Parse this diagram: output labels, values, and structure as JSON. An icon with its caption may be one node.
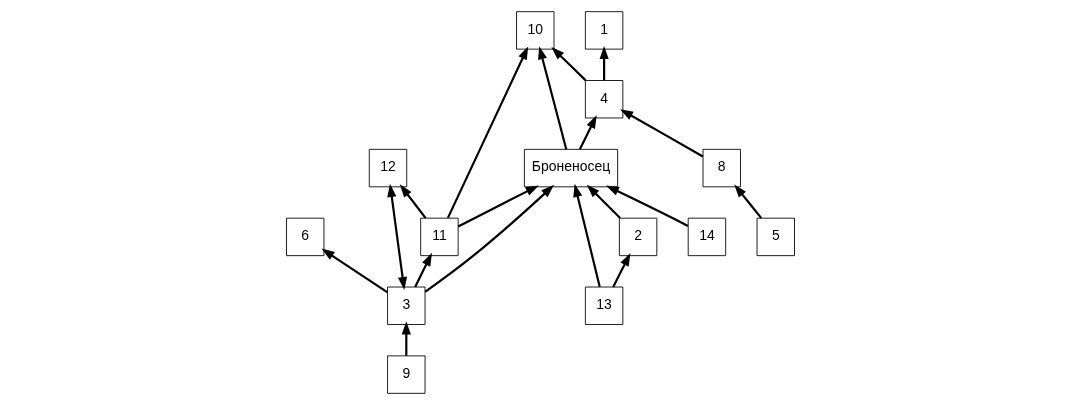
{
  "diagram": {
    "nodes": [
      {
        "text": [
          "1"
        ]
      },
      {
        "text": [
          "10"
        ]
      },
      {
        "text": [
          "6"
        ]
      },
      {
        "text": [
          "4"
        ]
      },
      {
        "text": [
          "11"
        ]
      },
      {
        "text": [
          "Броненосец"
        ]
      },
      {
        "text": [
          "12"
        ]
      },
      {
        "text": [
          "8"
        ]
      },
      {
        "text": [
          "3"
        ]
      },
      {
        "text": [
          "2"
        ]
      },
      {
        "text": [
          "5"
        ]
      },
      {
        "text": [
          "9"
        ]
      },
      {
        "text": [
          "13"
        ]
      },
      {
        "text": [
          "14"
        ]
      }
    ],
    "edges": [
      {
        "from": 3,
        "to": 0,
        "arrow": "to"
      },
      {
        "from": 3,
        "to": 1,
        "arrow": "to"
      },
      {
        "from": 5,
        "to": 3,
        "arrow": "to"
      },
      {
        "from": 4,
        "to": 1,
        "arrow": "to"
      },
      {
        "from": 4,
        "to": 5,
        "arrow": "to"
      },
      {
        "from": 4,
        "to": 6,
        "arrow": "to"
      },
      {
        "from": 7,
        "to": 3,
        "arrow": "to"
      },
      {
        "from": 10,
        "to": 7,
        "arrow": "to"
      },
      {
        "from": 9,
        "to": 5,
        "arrow": "to"
      },
      {
        "from": 5,
        "to": 1,
        "arrow": "to"
      },
      {
        "from": 8,
        "to": 4,
        "arrow": "to"
      },
      {
        "from": 8,
        "to": 2,
        "arrow": "to"
      },
      {
        "from": 8,
        "to": 6,
        "arrow": "both"
      },
      {
        "from": 11,
        "to": 8,
        "arrow": "to"
      },
      {
        "from": 8,
        "to": 5,
        "arrow": "to"
      },
      {
        "from": 12,
        "to": 5,
        "arrow": "to"
      },
      {
        "from": 12,
        "to": 9,
        "arrow": "to"
      },
      {
        "from": 13,
        "to": 5,
        "arrow": "to"
      }
    ]
  }
}
